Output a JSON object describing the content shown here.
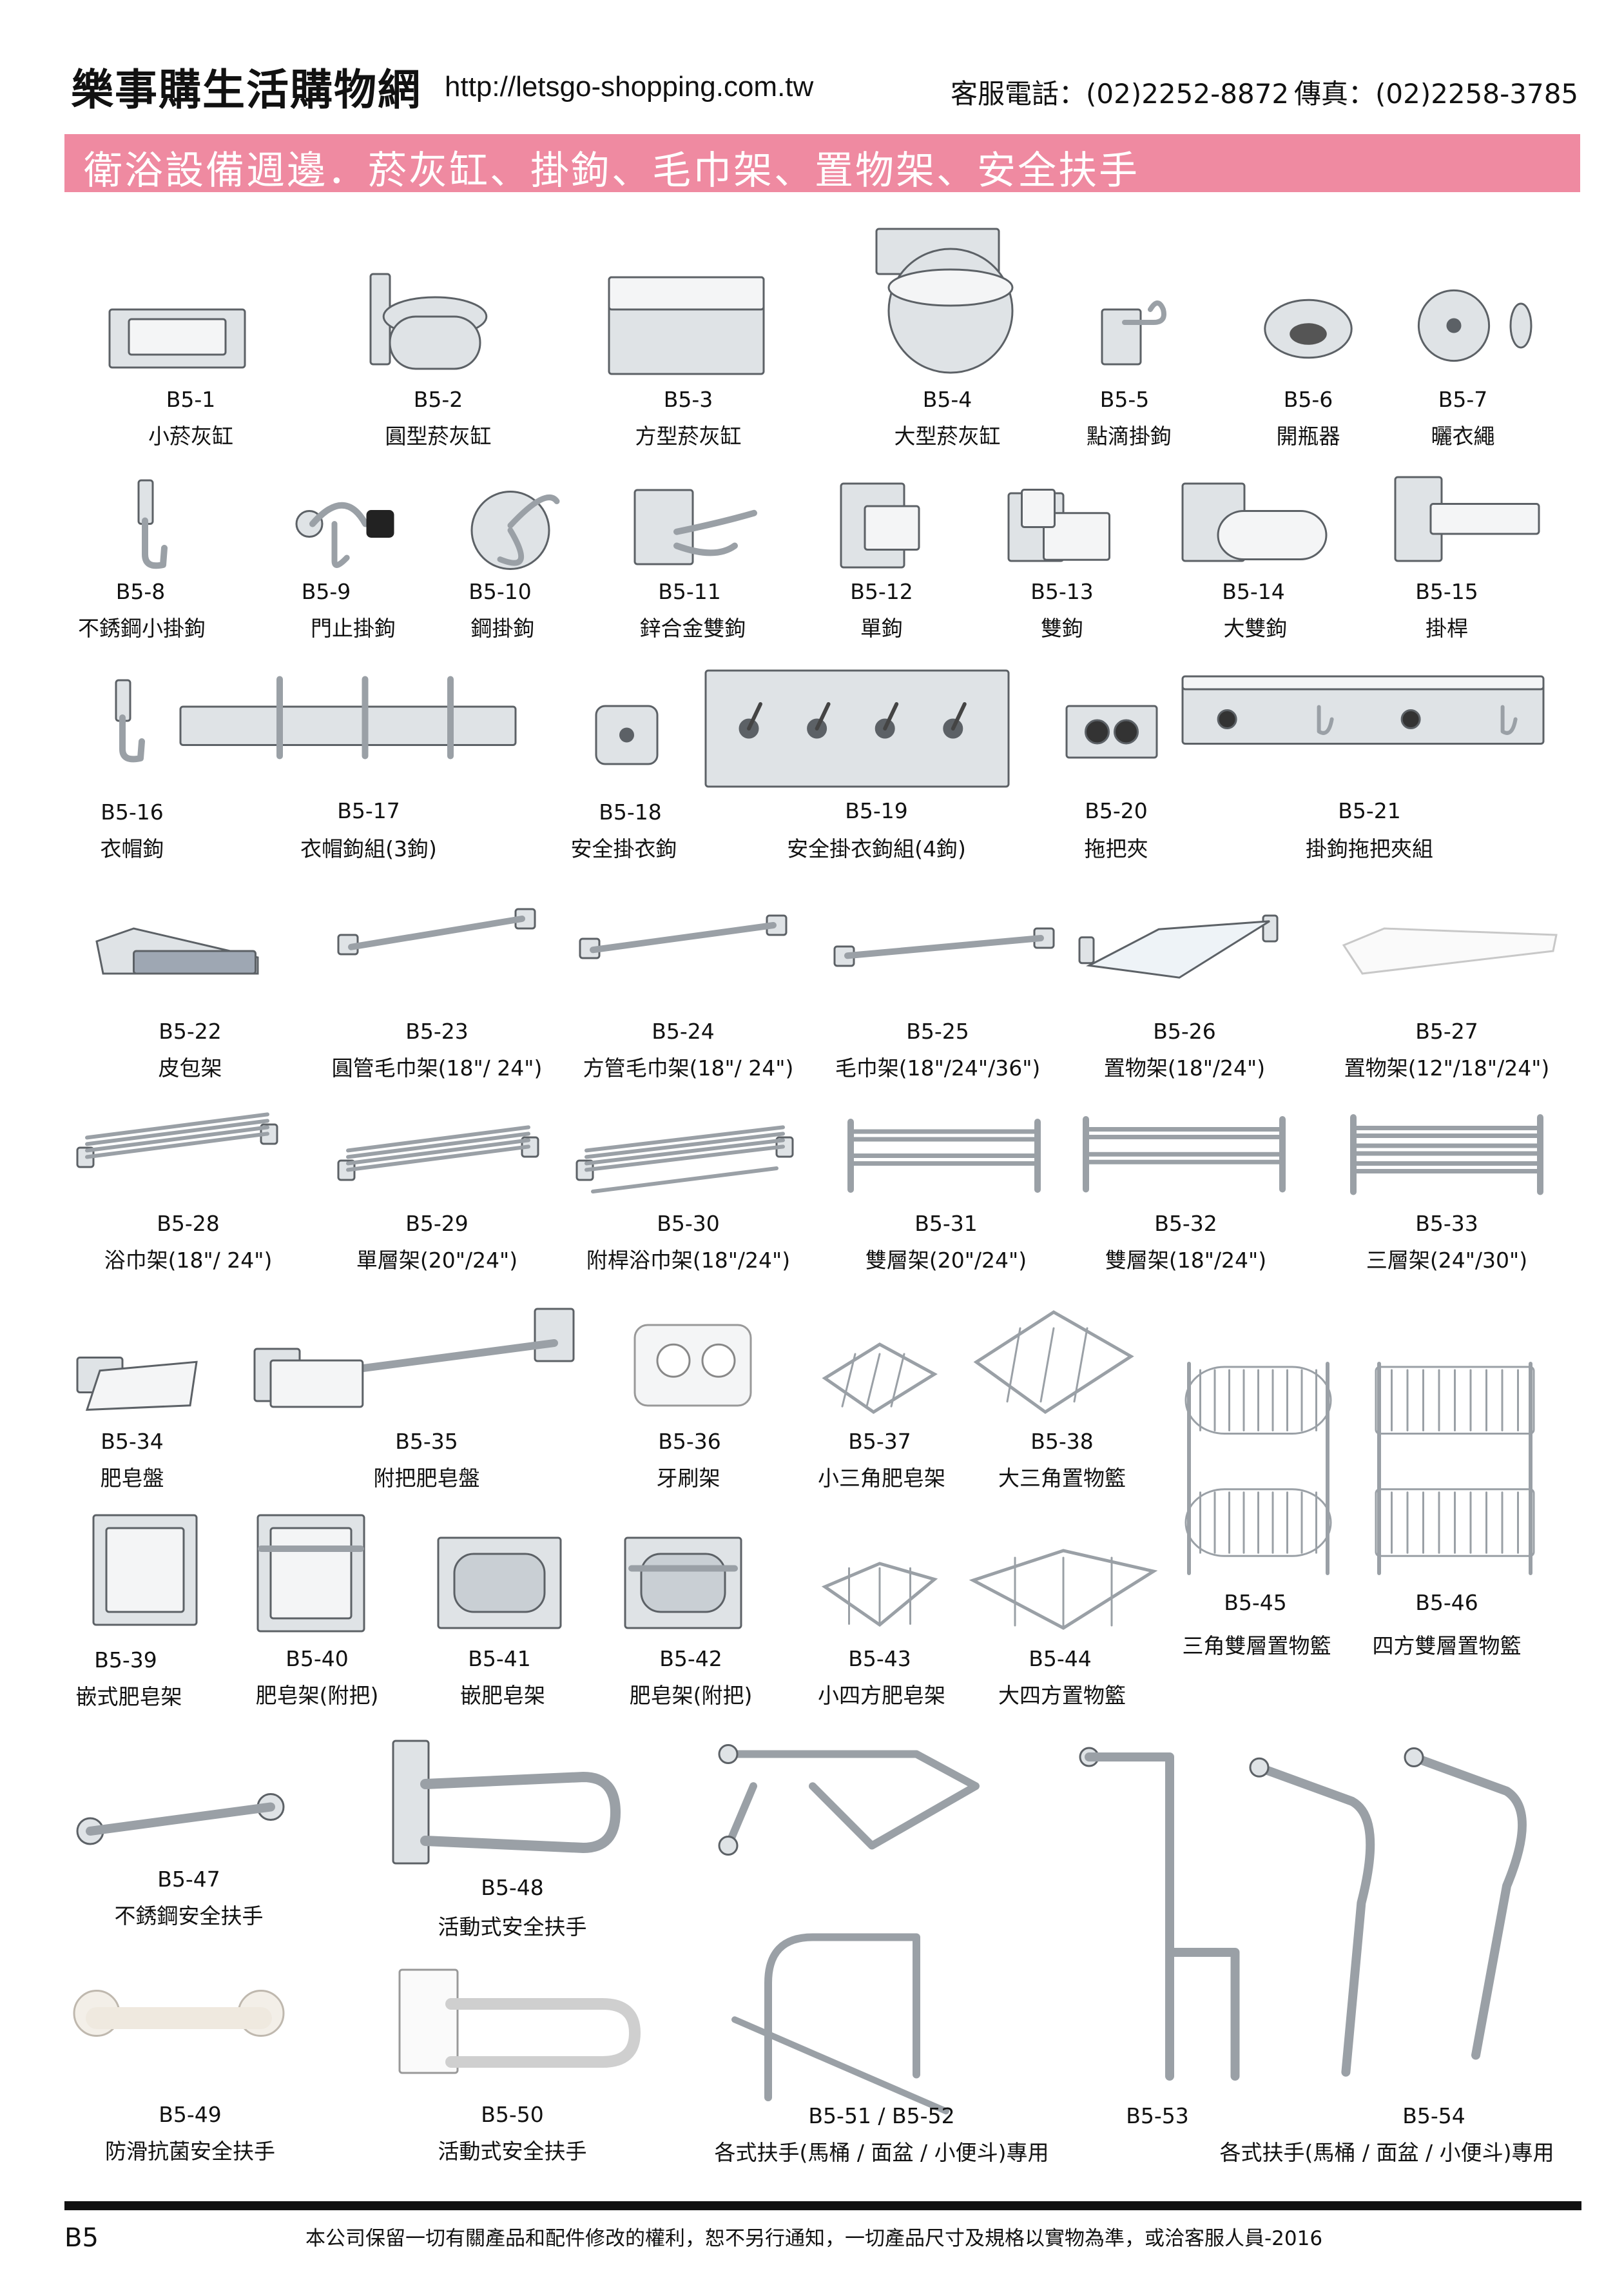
{
  "header": {
    "brand": "樂事購生活購物網",
    "url": "http://letsgo-shopping.com.tw",
    "phone": "客服電話：(02)2252-8872",
    "fax": "傳真：(02)2258-3785"
  },
  "banner": {
    "title": "衛浴設備週邊．菸灰缸、掛鉤、毛巾架、置物架、安全扶手",
    "color": "#ef8aa1"
  },
  "products": [
    {
      "code": "B5-1",
      "name": "小菸灰缸",
      "icon": "small-ashtray"
    },
    {
      "code": "B5-2",
      "name": "圓型菸灰缸",
      "icon": "round-ashtray"
    },
    {
      "code": "B5-3",
      "name": "方型菸灰缸",
      "icon": "square-ashtray"
    },
    {
      "code": "B5-4",
      "name": "大型菸灰缸",
      "icon": "large-ashtray"
    },
    {
      "code": "B5-5",
      "name": "點滴掛鉤",
      "icon": "iv-hook"
    },
    {
      "code": "B5-6",
      "name": "開瓶器",
      "icon": "bottle-opener"
    },
    {
      "code": "B5-7",
      "name": "曬衣繩",
      "icon": "clothesline"
    },
    {
      "code": "B5-8",
      "name": "不銹鋼小掛鉤",
      "icon": "small-hook"
    },
    {
      "code": "B5-9",
      "name": "門止掛鉤",
      "icon": "door-stop-hook"
    },
    {
      "code": "B5-10",
      "name": "鋼掛鉤",
      "icon": "steel-hook"
    },
    {
      "code": "B5-11",
      "name": "鋅合金雙鉤",
      "icon": "zinc-double-hook"
    },
    {
      "code": "B5-12",
      "name": "單鉤",
      "icon": "single-hook"
    },
    {
      "code": "B5-13",
      "name": "雙鉤",
      "icon": "double-hook"
    },
    {
      "code": "B5-14",
      "name": "大雙鉤",
      "icon": "large-double-hook"
    },
    {
      "code": "B5-15",
      "name": "掛桿",
      "icon": "hanging-rod"
    },
    {
      "code": "B5-16",
      "name": "衣帽鉤",
      "icon": "coat-hook"
    },
    {
      "code": "B5-17",
      "name": "衣帽鉤組(3鉤)",
      "icon": "coat-hook-set"
    },
    {
      "code": "B5-18",
      "name": "安全掛衣鉤",
      "icon": "safety-hook"
    },
    {
      "code": "B5-19",
      "name": "安全掛衣鉤組(4鉤)",
      "icon": "safety-hook-set"
    },
    {
      "code": "B5-20",
      "name": "拖把夾",
      "icon": "mop-clip"
    },
    {
      "code": "B5-21",
      "name": "掛鉤拖把夾組",
      "icon": "mop-rack"
    },
    {
      "code": "B5-22",
      "name": "皮包架",
      "icon": "bag-shelf"
    },
    {
      "code": "B5-23",
      "name": "圓管毛巾架(18\"/ 24\")",
      "icon": "round-towel-bar"
    },
    {
      "code": "B5-24",
      "name": "方管毛巾架(18\"/ 24\")",
      "icon": "square-towel-bar"
    },
    {
      "code": "B5-25",
      "name": "毛巾架(18\"/24\"/36\")",
      "icon": "towel-bar"
    },
    {
      "code": "B5-26",
      "name": "置物架(18\"/24\")",
      "icon": "glass-shelf"
    },
    {
      "code": "B5-27",
      "name": "置物架(12\"/18\"/24\")",
      "icon": "white-shelf"
    },
    {
      "code": "B5-28",
      "name": "浴巾架(18\"/ 24\")",
      "icon": "bath-towel-rack"
    },
    {
      "code": "B5-29",
      "name": "單層架(20\"/24\")",
      "icon": "single-tier-rack"
    },
    {
      "code": "B5-30",
      "name": "附桿浴巾架(18\"/24\")",
      "icon": "rack-with-bar"
    },
    {
      "code": "B5-31",
      "name": "雙層架(20\"/24\")",
      "icon": "double-tier-rack"
    },
    {
      "code": "B5-32",
      "name": "雙層架(18\"/24\")",
      "icon": "double-tier-rack-round"
    },
    {
      "code": "B5-33",
      "name": "三層架(24\"/30\")",
      "icon": "triple-tier-rack"
    },
    {
      "code": "B5-34",
      "name": "肥皂盤",
      "icon": "soap-dish"
    },
    {
      "code": "B5-35",
      "name": "附把肥皂盤",
      "icon": "soap-dish-bar"
    },
    {
      "code": "B5-36",
      "name": "牙刷架",
      "icon": "toothbrush-holder"
    },
    {
      "code": "B5-37",
      "name": "小三角肥皂架",
      "icon": "small-corner-basket"
    },
    {
      "code": "B5-38",
      "name": "大三角置物籃",
      "icon": "large-corner-basket"
    },
    {
      "code": "B5-39",
      "name": "嵌式肥皂架",
      "icon": "recessed-soap"
    },
    {
      "code": "B5-40",
      "name": "肥皂架(附把)",
      "icon": "recessed-soap-bar"
    },
    {
      "code": "B5-41",
      "name": "嵌肥皂架",
      "icon": "recessed-soap-dish"
    },
    {
      "code": "B5-42",
      "name": "肥皂架(附把)",
      "icon": "recessed-soap-dish-bar"
    },
    {
      "code": "B5-43",
      "name": "小四方肥皂架",
      "icon": "small-square-basket"
    },
    {
      "code": "B5-44",
      "name": "大四方置物籃",
      "icon": "large-square-basket"
    },
    {
      "code": "B5-45",
      "name": "三角雙層置物籃",
      "icon": "corner-double-basket"
    },
    {
      "code": "B5-46",
      "name": "四方雙層置物籃",
      "icon": "square-double-basket"
    },
    {
      "code": "B5-47",
      "name": "不銹鋼安全扶手",
      "icon": "grab-bar"
    },
    {
      "code": "B5-48",
      "name": "活動式安全扶手",
      "icon": "foldable-grab-bar"
    },
    {
      "code": "B5-49",
      "name": "防滑抗菌安全扶手",
      "icon": "antislip-grab-bar"
    },
    {
      "code": "B5-50",
      "name": "活動式安全扶手",
      "icon": "foldable-grab-bar-white"
    },
    {
      "code": "B5-51 / B5-52",
      "name": "各式扶手(馬桶 / 面盆 / 小便斗)專用",
      "icon": "assorted-rails"
    },
    {
      "code": "B5-53",
      "name": "",
      "icon": "floor-rail"
    },
    {
      "code": "B5-54",
      "name": "各式扶手(馬桶 / 面盆 / 小便斗)專用",
      "icon": "floor-rail-curved"
    }
  ],
  "footer": {
    "page_code": "B5",
    "note": "本公司保留一切有關產品和配件修改的權利，恕不另行通知，一切產品尺寸及規格以實物為準，或洽客服人員-2016"
  }
}
